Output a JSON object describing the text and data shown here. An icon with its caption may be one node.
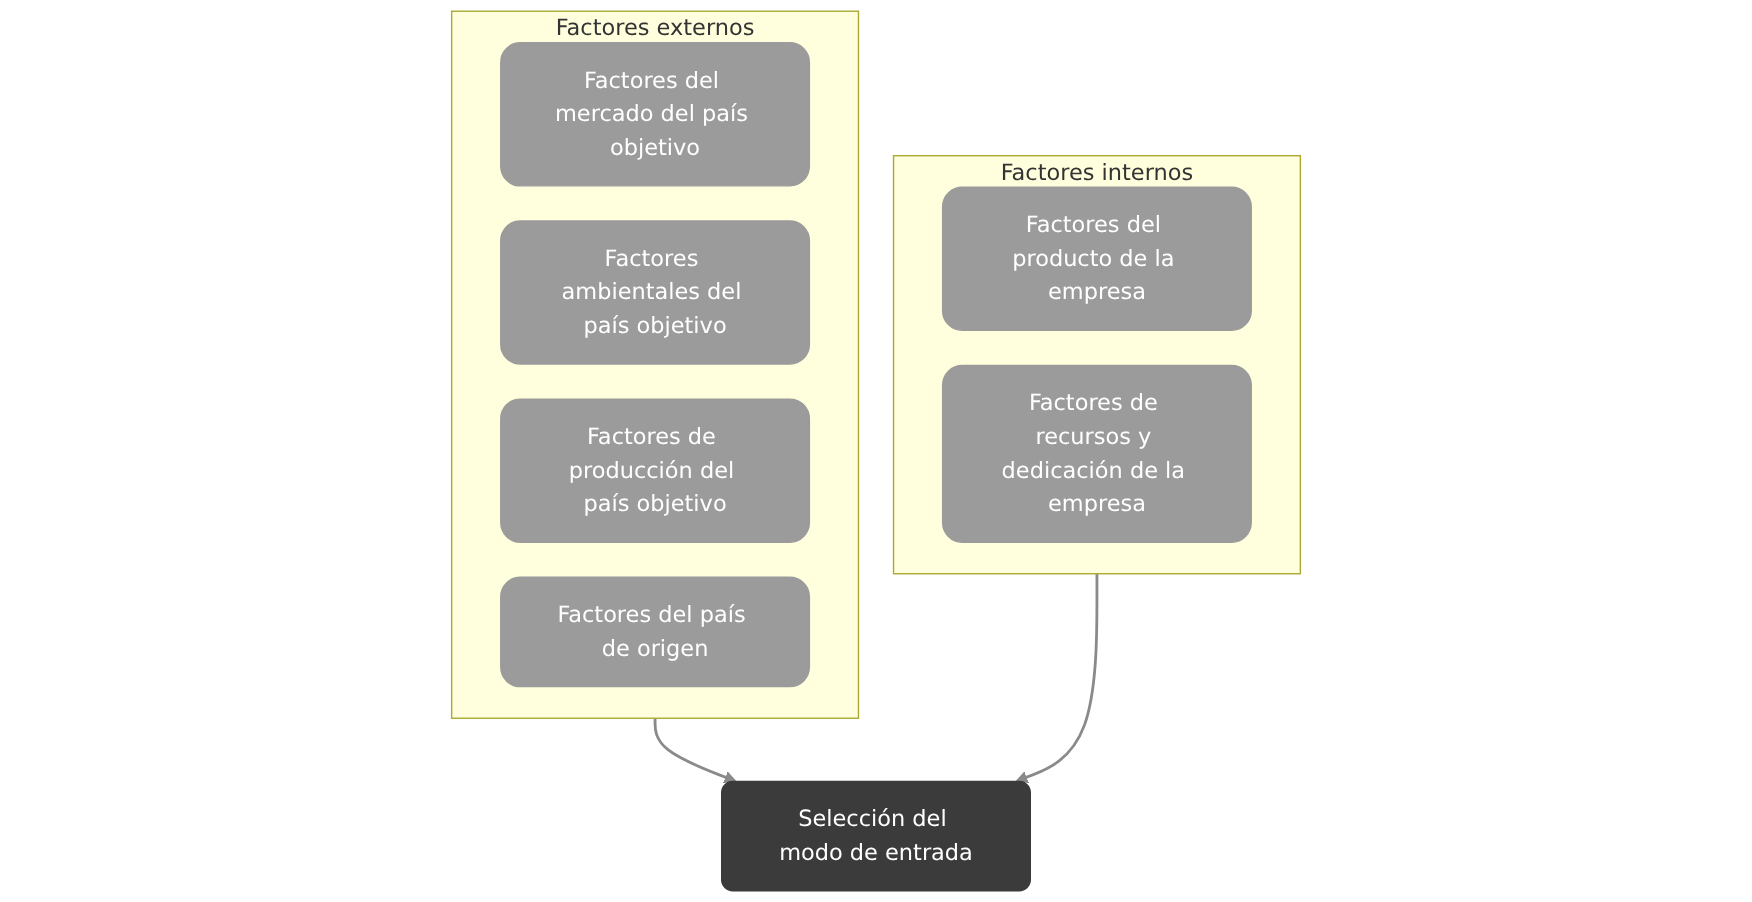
{
  "diagram": {
    "nodes": [
      {
        "text": [
          "Factores externos"
        ]
      },
      {
        "text": [
          "Factores del mercado del país objetivo"
        ],
        "in": 0
      },
      {
        "text": [
          "Factores ambientales del país objetivo"
        ],
        "in": 0
      },
      {
        "text": [
          "Factores de producción del país objetivo"
        ],
        "in": 0
      },
      {
        "text": [
          "Factores del país de origen"
        ],
        "in": 0
      },
      {
        "text": [
          "Selección del modo de entrada"
        ]
      },
      {
        "text": [
          "Factores internos"
        ]
      },
      {
        "text": [
          "Factores del producto de la empresa"
        ],
        "in": 6
      },
      {
        "text": [
          "Factores de recursos y dedicación de la empresa"
        ],
        "in": 6
      }
    ],
    "edges": [
      {
        "from": 0,
        "to": 5,
        "arrow": "to"
      },
      {
        "from": 6,
        "to": 5,
        "arrow": "to"
      }
    ]
  }
}
